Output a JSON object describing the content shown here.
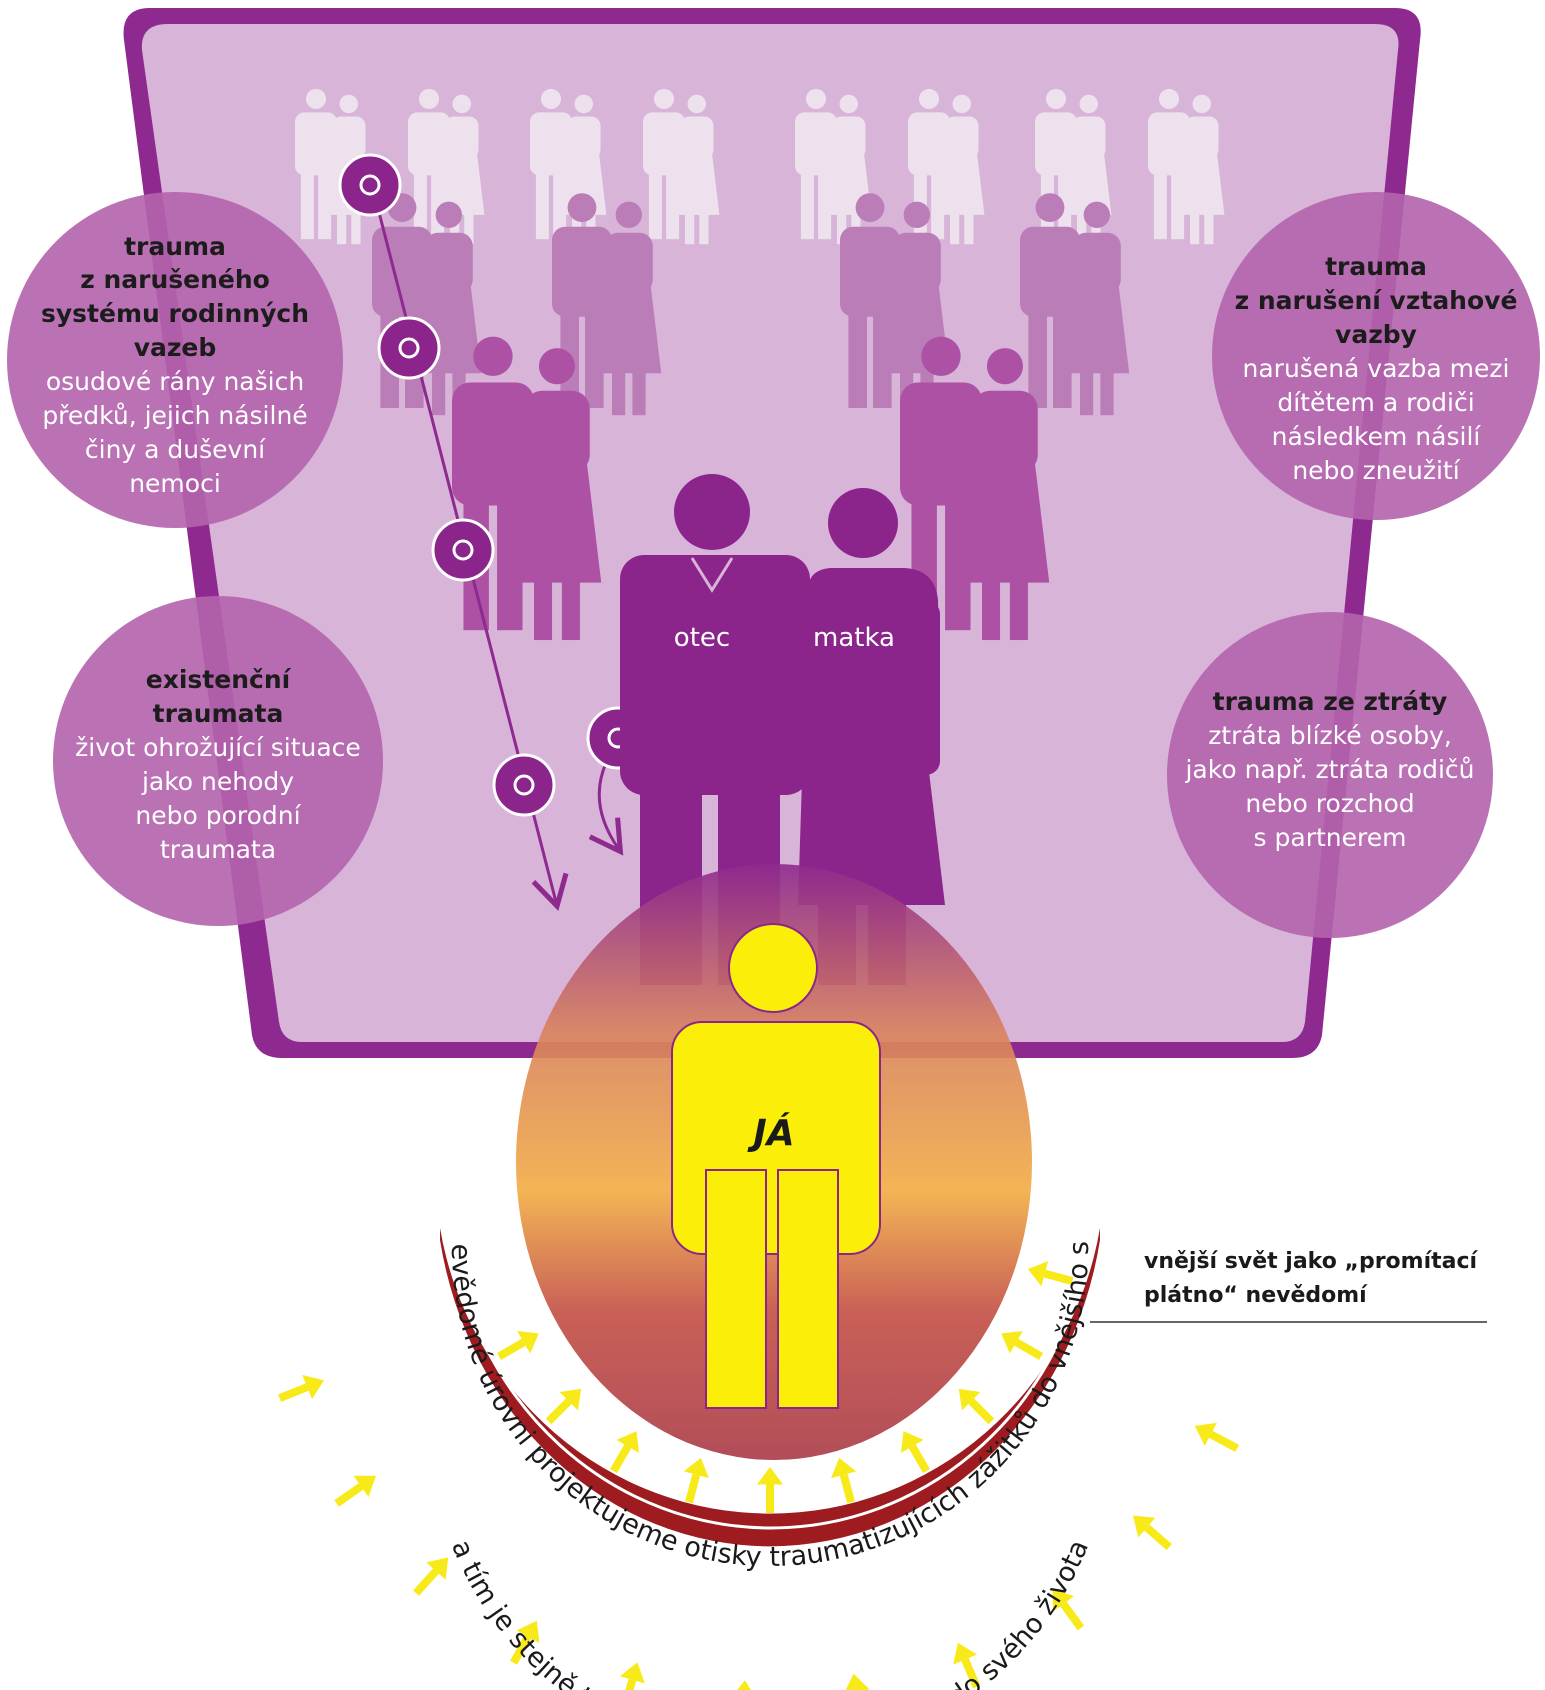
{
  "colors": {
    "frame": "#8e2a8f",
    "panel": "#d7b4d8",
    "bubble": "#b463ad",
    "far_figure": "#ede1ee",
    "mid_figure": "#bb7db7",
    "near_figure": "#ad51a4",
    "parents": "#8b258c",
    "self": "#fbef09",
    "arrow": "#f7ea18",
    "screen": "#9e1b20"
  },
  "icons": {
    "ancestor_marker": "ring-marker-icon",
    "descend_arrow": "arrow-down-icon",
    "projection_arrow": "arrow-inward-icon"
  },
  "bubbles": {
    "family": {
      "title_lines": [
        "trauma",
        "z narušeného",
        "systému rodinných",
        "vazeb"
      ],
      "text_lines": [
        "osudové rány našich",
        "předků, jejich násilné",
        "činy a duševní",
        "nemoci"
      ]
    },
    "existential": {
      "title_lines": [
        "existenční",
        "traumata"
      ],
      "text_lines": [
        "život ohrožující situace",
        "jako nehody",
        "nebo porodní",
        "traumata"
      ]
    },
    "attachment": {
      "title_lines": [
        "trauma",
        "z narušení vztahové",
        "vazby"
      ],
      "text_lines": [
        "narušená vazba mezi",
        "dítětem a rodiči",
        "následkem násilí",
        "nebo zneužití"
      ]
    },
    "loss": {
      "title_lines": [
        "trauma ze ztráty"
      ],
      "text_lines": [
        "ztráta blízké osoby,",
        "jako např. ztráta rodičů",
        "nebo rozchod",
        "s partnerem"
      ]
    }
  },
  "figures": {
    "father": "otec",
    "mother": "matka",
    "self": "JÁ"
  },
  "projection": {
    "line1": "Na nevědomé úrovni projektujeme otisky traumatizujících zážitků do vnějšího světa",
    "line2": "a tím je stejně tak nevědomě „přitahujeme“ do svého života"
  },
  "side_note": {
    "line1": "vnější svět jako „promítací",
    "line2": "plátno“ nevědomí"
  }
}
